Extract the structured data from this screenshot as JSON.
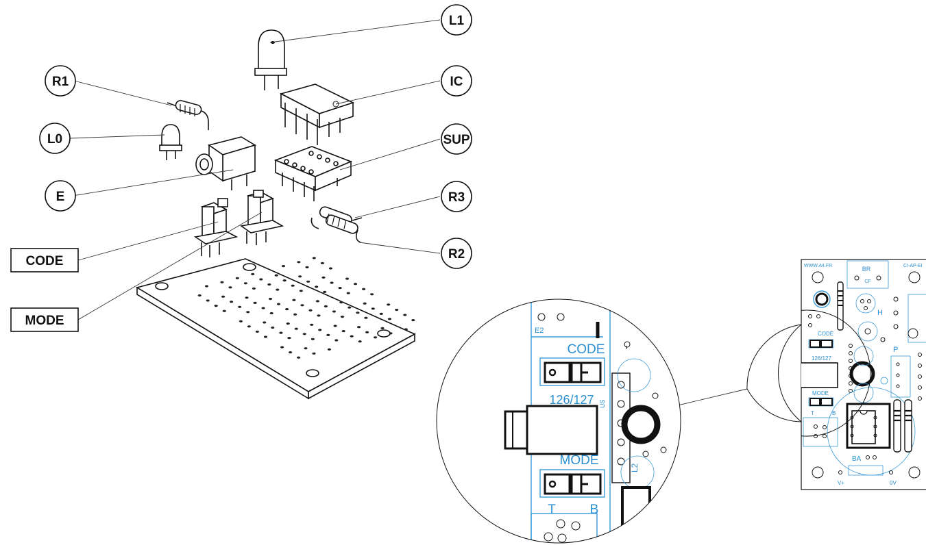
{
  "callouts": {
    "l1": "L1",
    "r1": "R1",
    "ic": "IC",
    "l0": "L0",
    "sup": "SUP",
    "e": "E",
    "r3": "R3",
    "code": "CODE",
    "r2": "R2",
    "mode": "MODE"
  },
  "zoom": {
    "e2": "E2",
    "code": "CODE",
    "value": "126/127",
    "us": "US",
    "mode": "MODE",
    "t": "T",
    "b": "B",
    "l2": "L2"
  },
  "board": {
    "website": "WWW.A4.FR",
    "ref": "CI-AP-EI",
    "br": "BR",
    "cf": "CF",
    "h": "H",
    "p": "P",
    "code": "CODE",
    "value": "126/127",
    "mode": "MODE",
    "t": "T",
    "b": "B",
    "ba": "BA",
    "vplus": "V+",
    "zero_v": "0V"
  }
}
